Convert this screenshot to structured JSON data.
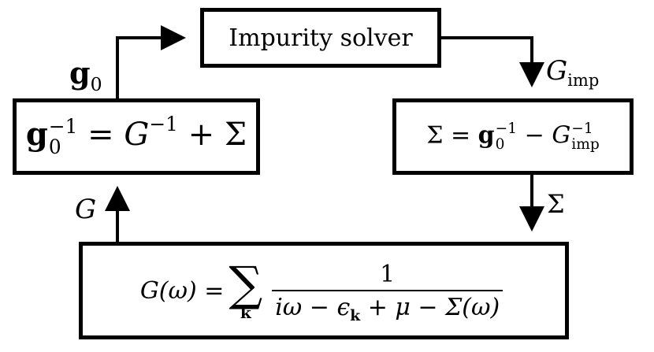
{
  "boxes": {
    "impurity_solver": {
      "text": "Impurity solver"
    },
    "g0_inverse": {
      "g": "g",
      "sub": "0",
      "sup": "−1",
      "eq": "=",
      "G": "G",
      "G_sup": "−1",
      "plus": "+",
      "Sigma": "Σ"
    },
    "sigma_eq": {
      "Sigma": "Σ",
      "eq": "=",
      "g": "g",
      "g_sub": "0",
      "g_sup": "−1",
      "minus": "−",
      "G": "G",
      "G_sub": "imp",
      "G_sup": "−1"
    },
    "lattice_green": {
      "lhs": "G(ω) =",
      "sum_symbol": "∑",
      "sum_index": "k",
      "numerator": "1",
      "den_a": "iω − ϵ",
      "den_sub": "k",
      "den_b": " + μ − Σ(ω)"
    }
  },
  "arrow_labels": {
    "g0": {
      "g": "g",
      "sub": "0"
    },
    "G_imp": {
      "G": "G",
      "sub": "imp"
    },
    "Sigma": "Σ",
    "G": "G"
  }
}
